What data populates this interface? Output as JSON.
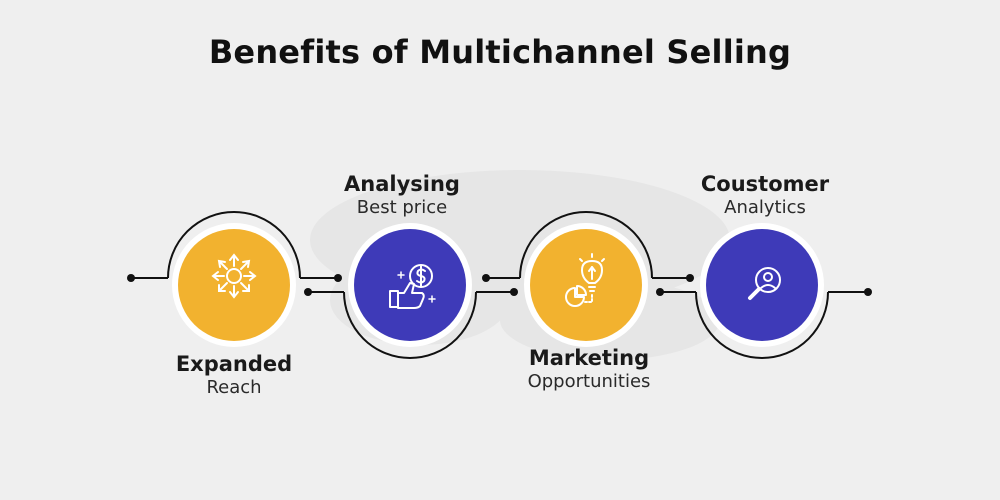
{
  "title": "Benefits of Multichannel Selling",
  "colors": {
    "yellow": "#f2b22f",
    "indigo": "#3e3ab8",
    "line": "#111111",
    "ring": "#ffffff"
  },
  "benefits": [
    {
      "line1": "Expanded",
      "line2": "Reach",
      "color": "yellow",
      "icon": "radiating-arrows-icon"
    },
    {
      "line1": "Analysing",
      "line2": "Best price",
      "color": "indigo",
      "icon": "thumbs-up-dollar-icon"
    },
    {
      "line1": "Marketing",
      "line2": "Opportunities",
      "color": "yellow",
      "icon": "lightbulb-pie-chart-icon"
    },
    {
      "line1": "Coustomer",
      "line2": "Analytics",
      "color": "indigo",
      "icon": "magnifier-user-icon"
    }
  ]
}
